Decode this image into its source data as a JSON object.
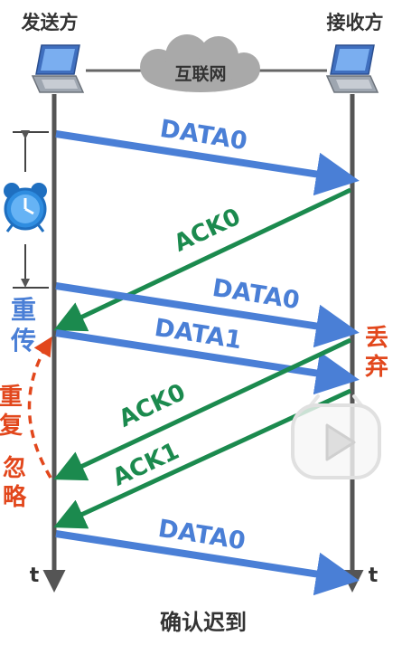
{
  "sender_label": "发送方",
  "receiver_label": "接收方",
  "network_label": "互联网",
  "time_left": "t",
  "time_right": "t",
  "retransmit_label": [
    "重",
    "传"
  ],
  "discard_label": [
    "丢",
    "弃"
  ],
  "dup_ignore_label": [
    "重",
    "复",
    "忽",
    "略"
  ],
  "caption": "确认迟到",
  "messages": [
    {
      "label": "DATA0",
      "kind": "data"
    },
    {
      "label": "ACK0",
      "kind": "ack"
    },
    {
      "label": "DATA0",
      "kind": "data"
    },
    {
      "label": "DATA1",
      "kind": "data"
    },
    {
      "label": "ACK0",
      "kind": "ack"
    },
    {
      "label": "ACK1",
      "kind": "ack"
    },
    {
      "label": "DATA0",
      "kind": "data"
    }
  ],
  "icons": [
    "laptop-icon",
    "laptop-icon",
    "cloud-icon",
    "alarm-clock-icon",
    "play-icon"
  ],
  "colors": {
    "data": "#4a7fd6",
    "ack": "#1b8a4e",
    "accent": "#e2471c",
    "line": "#555555",
    "clock": "#2f8de0"
  }
}
